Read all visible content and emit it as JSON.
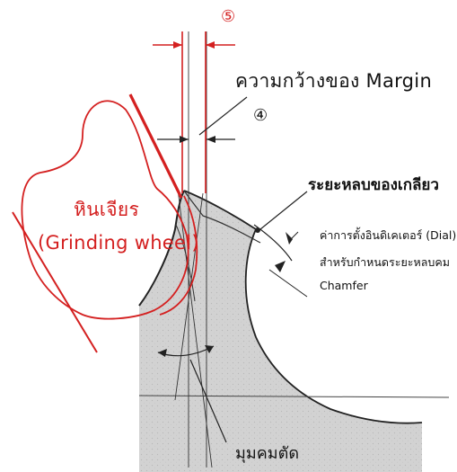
{
  "labels": {
    "circled_5": "⑤",
    "margin_width": "ความกว้างของ Margin",
    "circled_4": "④",
    "thread_relief": "ระยะหลบของเกลียว",
    "grinding_wheel_th": "หินเจียร",
    "grinding_wheel_en": "(Grinding wheel)",
    "dial_line1": "ค่าการตั้งอินดิเคเตอร์ (Dial)",
    "dial_line2": "สำหรับกำหนดระยะหลบคม",
    "dial_line3": "Chamfer",
    "cutting_angle": "มุมคมตัด"
  },
  "colors": {
    "red": "#d42020",
    "tool_fill": "#d2d2d2",
    "line": "#222222"
  }
}
